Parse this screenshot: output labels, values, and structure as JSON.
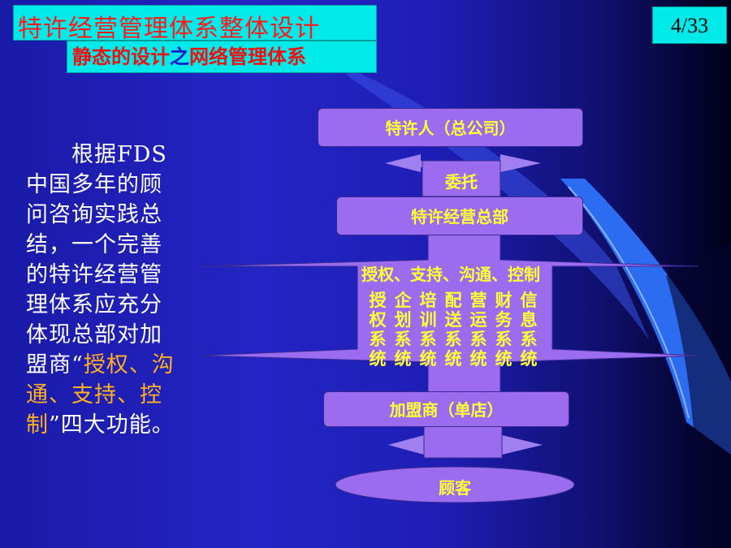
{
  "header": {
    "title": "特许经营管理体系整体设计",
    "page_number": "4/33",
    "subtitle_part1": "静态的设计",
    "subtitle_part2": "之",
    "subtitle_part3": "网络管理体系"
  },
  "body": {
    "text_part1": "根据FDS中国多年的顾问咨询实践总结，一个完善的特许经营管理体系应充分体现总部对加盟商“",
    "text_highlight": "授权、沟通、支持、控制",
    "text_part2": "”四大功能。"
  },
  "diagram": {
    "franchisor": "特许人（总公司）",
    "entrust": "委托",
    "hq": "特许经营总部",
    "functions": "授权、支持、沟通、控制",
    "systems": [
      "授权系统",
      "企划系统",
      "培训系统",
      "配送系统",
      "营运系统",
      "财务系统",
      "信息系统"
    ],
    "franchisee": "加盟商（单店）",
    "customer": "顾客"
  },
  "colors": {
    "background": "#1e1eb6",
    "cyan": "#00eaea",
    "title_red": "#ff1a1a",
    "box_purple": "#9b6cf0",
    "label_yellow": "#ffff33",
    "highlight_orange": "#ffb020"
  }
}
